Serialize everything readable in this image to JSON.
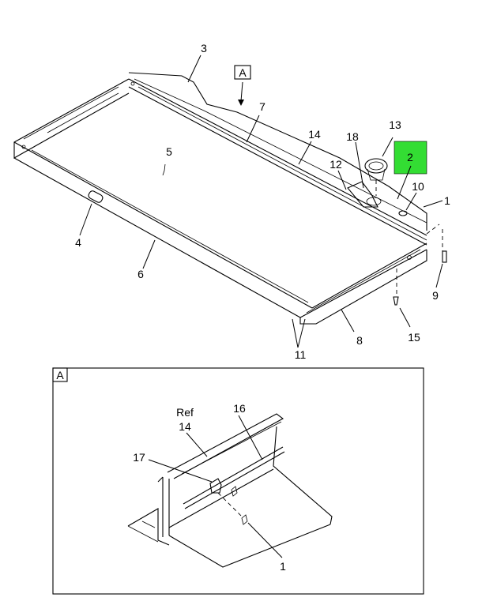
{
  "callouts": {
    "c1": "1",
    "c2": "2",
    "c3": "3",
    "c4": "4",
    "c5": "5",
    "c6": "6",
    "c7": "7",
    "c8": "8",
    "c9": "9",
    "c10": "10",
    "c11": "11",
    "c12": "12",
    "c13": "13",
    "c14": "14",
    "c15": "15",
    "c18": "18"
  },
  "view_ref": "A",
  "detail": {
    "tag": "A",
    "ref_label": "Ref",
    "ref_number": "14",
    "c16": "16",
    "c17": "17",
    "c1": "1"
  },
  "colors": {
    "highlight": "#33dd33",
    "ink": "#000000",
    "background": "#ffffff"
  }
}
